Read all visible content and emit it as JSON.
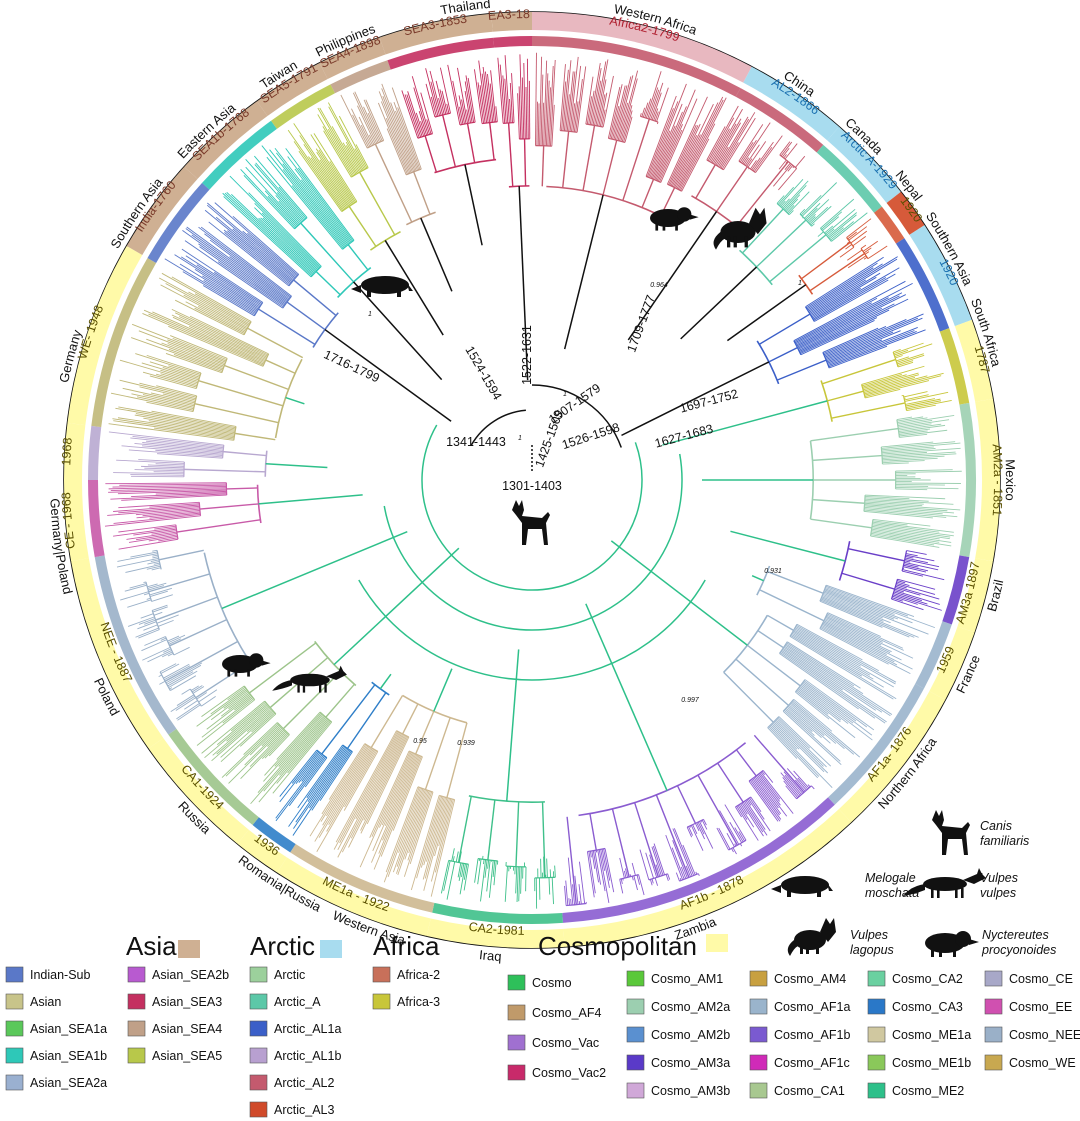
{
  "tree": {
    "root_date": "1301-1403",
    "node_dates": [
      "1341-1443",
      "1425-1509",
      "1524-1594",
      "1522-1631",
      "1716-1799",
      "1709-1777",
      "1507-1579",
      "1526-1598",
      "1627-1683",
      "1697-1752"
    ],
    "support_values": [
      "0.964",
      "0.931",
      "0.95",
      "0.939",
      "0.997",
      "1"
    ],
    "clades": [
      {
        "label": "SEA3-1853",
        "color": "#cfb093",
        "clade_color": "#c43060",
        "start": -5,
        "end": 0
      },
      {
        "label": "Africa2-1799",
        "color": "#e8b8c0",
        "clade_color": "#c45a6e",
        "start": 0,
        "end": 28
      },
      {
        "label": "AL2-1866",
        "color": "#a8dcef",
        "clade_color": "#c45a6e",
        "start": 28,
        "end": 41
      },
      {
        "label": "Arctic A-1929",
        "color": "#a8dcef",
        "clade_color": "#5cc8a8",
        "start": 41,
        "end": 52
      },
      {
        "label": "1920",
        "color": "#d65a3a",
        "clade_color": "#d65a3a",
        "start": 52,
        "end": 57
      },
      {
        "label": "1920",
        "color": "#a8dcef",
        "clade_color": "#3b5fc8",
        "start": 57,
        "end": 70
      },
      {
        "label": "1787",
        "color": "#fffaa8",
        "clade_color": "#c8c63a",
        "start": 70,
        "end": 80
      },
      {
        "label": "AM2a - 1851",
        "color": "#fffaa8",
        "clade_color": "#9ccfb0",
        "start": 80,
        "end": 100
      },
      {
        "label": "AM3a 1897",
        "color": "#fffaa8",
        "clade_color": "#6a3fc8",
        "start": 100,
        "end": 109
      },
      {
        "label": "1959",
        "color": "#fffaa8",
        "clade_color": "#9ab4cc",
        "start": 109,
        "end": 118
      },
      {
        "label": "AF1a- 1876",
        "color": "#fffaa8",
        "clade_color": "#9ab4cc",
        "start": 118,
        "end": 137
      },
      {
        "label": "AF1b - 1878",
        "color": "#fffaa8",
        "clade_color": "#8a5cd0",
        "start": 137,
        "end": 176
      },
      {
        "label": "CA2-1981",
        "color": "#fffaa8",
        "clade_color": "#3ec08a",
        "start": 176,
        "end": 193
      },
      {
        "label": "ME1a - 1922",
        "color": "#fffaa8",
        "clade_color": "#cdb890",
        "start": 193,
        "end": 213
      },
      {
        "label": "1936",
        "color": "#fffaa8",
        "clade_color": "#2e7ec8",
        "start": 213,
        "end": 219
      },
      {
        "label": "CA1-1924",
        "color": "#fffaa8",
        "clade_color": "#9cc48a",
        "start": 219,
        "end": 235
      },
      {
        "label": "NEE - 1887",
        "color": "#fffaa8",
        "clade_color": "#9ab0c8",
        "start": 235,
        "end": 260
      },
      {
        "label": "CE - 1968",
        "color": "#fffaa8",
        "clade_color": "#c85aa8",
        "start": 260,
        "end": 270
      },
      {
        "label": "1968",
        "color": "#fffaa8",
        "clade_color": "#b8a8d0",
        "start": 270,
        "end": 277
      },
      {
        "label": "WE- 1948",
        "color": "#fffaa8",
        "clade_color": "#c0b878",
        "start": 277,
        "end": 300
      },
      {
        "label": "India-1760",
        "color": "#cfb093",
        "clade_color": "#5a78c8",
        "start": 300,
        "end": 312
      },
      {
        "label": "SEA1b-1768",
        "color": "#cfb093",
        "clade_color": "#2ec8b8",
        "start": 312,
        "end": 324
      },
      {
        "label": "SEA5-1791",
        "color": "#cfb093",
        "clade_color": "#b8c84a",
        "start": 324,
        "end": 333
      },
      {
        "label": "SEA4-1898",
        "color": "#cfb093",
        "clade_color": "#c0a088",
        "start": 333,
        "end": 341
      },
      {
        "label": "SEA3-1853",
        "color": "#cfb093",
        "clade_color": "#c43060",
        "start": 341,
        "end": 355
      }
    ],
    "regions": [
      {
        "label": "Thailand",
        "angle": -8
      },
      {
        "label": "Western Africa",
        "angle": 15
      },
      {
        "label": "China",
        "angle": 34
      },
      {
        "label": "Canada",
        "angle": 44
      },
      {
        "label": "Nepal",
        "angle": 52
      },
      {
        "label": "Southern Asia",
        "angle": 61
      },
      {
        "label": "South Africa",
        "angle": 72
      },
      {
        "label": "Mexico",
        "angle": 90
      },
      {
        "label": "Brazil",
        "angle": 104
      },
      {
        "label": "France",
        "angle": 114
      },
      {
        "label": "Northern Africa",
        "angle": 128
      },
      {
        "label": "Zambia",
        "angle": 160
      },
      {
        "label": "Iraq",
        "angle": 185
      },
      {
        "label": "Western Asia",
        "angle": 200
      },
      {
        "label": "Romania|Russia",
        "angle": 212
      },
      {
        "label": "Russia",
        "angle": 225
      },
      {
        "label": "Poland",
        "angle": 243
      },
      {
        "label": "Germany|Poland",
        "angle": 262
      },
      {
        "label": "Germany",
        "angle": 285
      },
      {
        "label": "Southern Asia",
        "angle": 304
      },
      {
        "label": "Eastern Asia",
        "angle": 317
      },
      {
        "label": "Taiwan",
        "angle": 328
      },
      {
        "label": "Philippines",
        "angle": 337
      }
    ]
  },
  "species": [
    {
      "name": "Canis\nfamiliaris",
      "icon": "dog-icon"
    },
    {
      "name": "Melogale\nmoschata",
      "icon": "badger-icon"
    },
    {
      "name": "Vulpes\nvulpes",
      "icon": "fox-icon"
    },
    {
      "name": "Vulpes\nlagopus",
      "icon": "arctic-fox-icon"
    },
    {
      "name": "Nyctereutes\nprocyonoides",
      "icon": "raccoon-dog-icon"
    }
  ],
  "legend": {
    "groups": [
      {
        "title": "Asia",
        "color": "#cfb093"
      },
      {
        "title": "Arctic",
        "color": "#a8dcef"
      },
      {
        "title": "Africa",
        "color": "#d65a3a"
      },
      {
        "title": "Cosmopolitan",
        "color": "#fffaa8"
      }
    ],
    "asia_col1": [
      {
        "label": "Indian-Sub",
        "color": "#5a78c8"
      },
      {
        "label": "Asian",
        "color": "#c8c48a"
      },
      {
        "label": "Asian_SEA1a",
        "color": "#5ac85a"
      },
      {
        "label": "Asian_SEA1b",
        "color": "#2ec8b8"
      },
      {
        "label": "Asian_SEA2a",
        "color": "#9ab0d0"
      }
    ],
    "asia_col2": [
      {
        "label": "Asian_SEA2b",
        "color": "#b85ad0"
      },
      {
        "label": "Asian_SEA3",
        "color": "#c43060"
      },
      {
        "label": "Asian_SEA4",
        "color": "#c0a088"
      },
      {
        "label": "Asian_SEA5",
        "color": "#b8c84a"
      }
    ],
    "arctic": [
      {
        "label": "Arctic",
        "color": "#9cd09c"
      },
      {
        "label": "Arctic_A",
        "color": "#5cc8a8"
      },
      {
        "label": "Arctic_AL1a",
        "color": "#3b5fc8"
      },
      {
        "label": "Arctic_AL1b",
        "color": "#b8a0d0"
      },
      {
        "label": "Arctic_AL2",
        "color": "#c45a6e"
      },
      {
        "label": "Arctic_AL3",
        "color": "#d04a2a"
      }
    ],
    "africa": [
      {
        "label": "Africa-2",
        "color": "#c8705a"
      },
      {
        "label": "Africa-3",
        "color": "#c8c63a"
      }
    ],
    "cosmo_col1": [
      {
        "label": "Cosmo",
        "color": "#2ec05a"
      },
      {
        "label": "Cosmo_AF4",
        "color": "#c09a6a"
      },
      {
        "label": "Cosmo_Vac",
        "color": "#a070d0"
      },
      {
        "label": "Cosmo_Vac2",
        "color": "#c82a6a"
      }
    ],
    "cosmo_col2": [
      {
        "label": "Cosmo_AM1",
        "color": "#5ac83a"
      },
      {
        "label": "Cosmo_AM2a",
        "color": "#9ccfb0"
      },
      {
        "label": "Cosmo_AM2b",
        "color": "#5a90d0"
      },
      {
        "label": "Cosmo_AM3a",
        "color": "#5a3ac8"
      },
      {
        "label": "Cosmo_AM3b",
        "color": "#d0a8d8"
      }
    ],
    "cosmo_col3": [
      {
        "label": "Cosmo_AM4",
        "color": "#c8a040"
      },
      {
        "label": "Cosmo_AF1a",
        "color": "#9ab4cc"
      },
      {
        "label": "Cosmo_AF1b",
        "color": "#7a5ad0"
      },
      {
        "label": "Cosmo_AF1c",
        "color": "#d02ab8"
      },
      {
        "label": "Cosmo_CA1",
        "color": "#a8c890"
      }
    ],
    "cosmo_col4": [
      {
        "label": "Cosmo_CA2",
        "color": "#6ad0a0"
      },
      {
        "label": "Cosmo_CA3",
        "color": "#2a78c8"
      },
      {
        "label": "Cosmo_ME1a",
        "color": "#d0c8a0"
      },
      {
        "label": "Cosmo_ME1b",
        "color": "#8ac85a"
      },
      {
        "label": "Cosmo_ME2",
        "color": "#2ec08a"
      }
    ],
    "cosmo_col5": [
      {
        "label": "Cosmo_CE",
        "color": "#a8a8c8"
      },
      {
        "label": "Cosmo_EE",
        "color": "#d050b0"
      },
      {
        "label": "Cosmo_NEE",
        "color": "#9ab0c8"
      },
      {
        "label": "Cosmo_WE",
        "color": "#c8a850"
      }
    ]
  }
}
